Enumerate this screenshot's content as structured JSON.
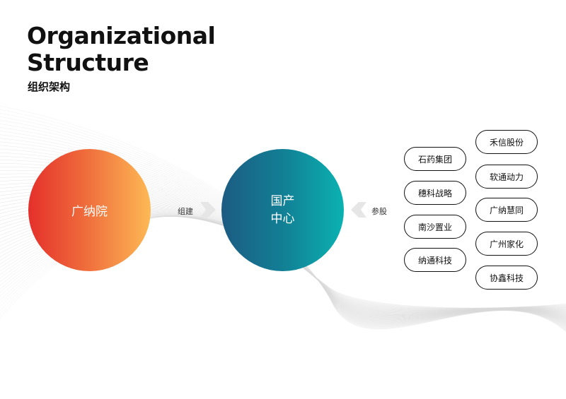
{
  "header": {
    "title_line1": "Organizational",
    "title_line2": "Structure",
    "subtitle": "组织架构"
  },
  "nodes": {
    "gna": "广纳院",
    "center_line1": "国产",
    "center_line2": "中心"
  },
  "edges": {
    "establish": "组建",
    "invest": "参股"
  },
  "companies_left": [
    "石药集团",
    "穗科战略",
    "南沙置业",
    "纳通科技"
  ],
  "companies_right": [
    "禾信股份",
    "软通动力",
    "广纳慧同",
    "广州家化",
    "协鑫科技"
  ],
  "colors": {
    "gna_start": "#e4302b",
    "gna_end": "#fdb955",
    "center_start": "#1c5b83",
    "center_end": "#0ab2b1",
    "arrow": "#e6e6e6",
    "pill_border": "#111111"
  }
}
